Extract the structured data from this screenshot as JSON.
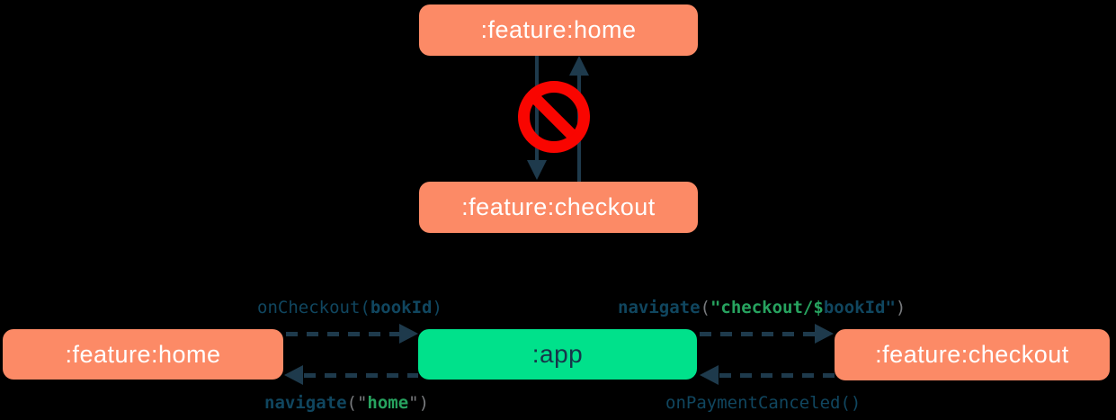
{
  "colors": {
    "background": "#000000",
    "module_box": "#fc8a66",
    "app_box": "#00e18b",
    "arrow": "#1e3a4c",
    "box_text": "#ffffff",
    "app_text": "#16354a",
    "code_navy": "#10465f",
    "code_gray": "#77797c",
    "code_green": "#27a35f",
    "forbidden_red": "#f90500"
  },
  "top_diagram": {
    "home_module": ":feature:home",
    "checkout_module": ":feature:checkout",
    "forbidden_icon": "no-entry-sign"
  },
  "bottom_diagram": {
    "home_module": ":feature:home",
    "app_module": ":app",
    "checkout_module": ":feature:checkout",
    "labels": {
      "on_checkout": [
        {
          "t": "onCheckout(",
          "c": "#10465f"
        },
        {
          "t": "bookId",
          "c": "#10465f",
          "b": true
        },
        {
          "t": ")",
          "c": "#10465f"
        }
      ],
      "navigate_checkout": [
        {
          "t": "navigate",
          "c": "#10465f",
          "b": true
        },
        {
          "t": "(",
          "c": "#77797c"
        },
        {
          "t": "\"checkout/$",
          "c": "#27a35f",
          "b": true
        },
        {
          "t": "bookId",
          "c": "#10465f",
          "b": true
        },
        {
          "t": "\"",
          "c": "#10465f",
          "b": true
        },
        {
          "t": ")",
          "c": "#77797c"
        }
      ],
      "navigate_home": [
        {
          "t": "navigate",
          "c": "#10465f",
          "b": true
        },
        {
          "t": "(\"",
          "c": "#77797c"
        },
        {
          "t": "home",
          "c": "#27a35f",
          "b": true
        },
        {
          "t": "\")",
          "c": "#77797c"
        }
      ],
      "on_payment_canceled": [
        {
          "t": "onPaymentCanceled()",
          "c": "#10465f"
        }
      ]
    }
  }
}
